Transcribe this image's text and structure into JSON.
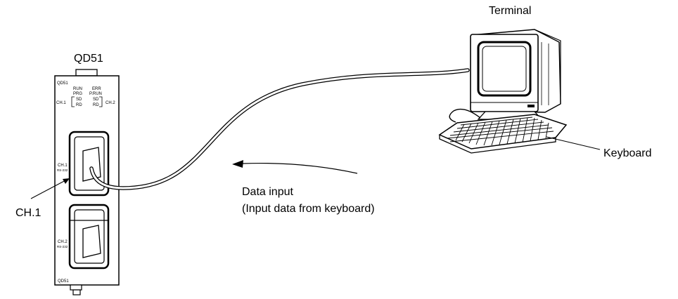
{
  "labels": {
    "module_name": "QD51",
    "terminal": "Terminal",
    "keyboard": "Keyboard",
    "ch1_callout": "CH.1",
    "data_input_line1": "Data input",
    "data_input_line2": "(Input data from keyboard)"
  },
  "module_face": {
    "top_label": "QD51",
    "bottom_label": "QD51",
    "led_run": "RUN",
    "led_err": "ERR",
    "led_prg": "PRG",
    "led_prun": "P.RUN",
    "led_sd_left": "SD",
    "led_rd_left": "RD",
    "led_sd_right": "SD",
    "led_rd_right": "RD",
    "ch1_led": "CH.1",
    "ch2_led": "CH.2",
    "port1_label": "CH.1",
    "port1_type": "RS-232",
    "port2_label": "CH.2",
    "port2_type": "RS-232"
  }
}
